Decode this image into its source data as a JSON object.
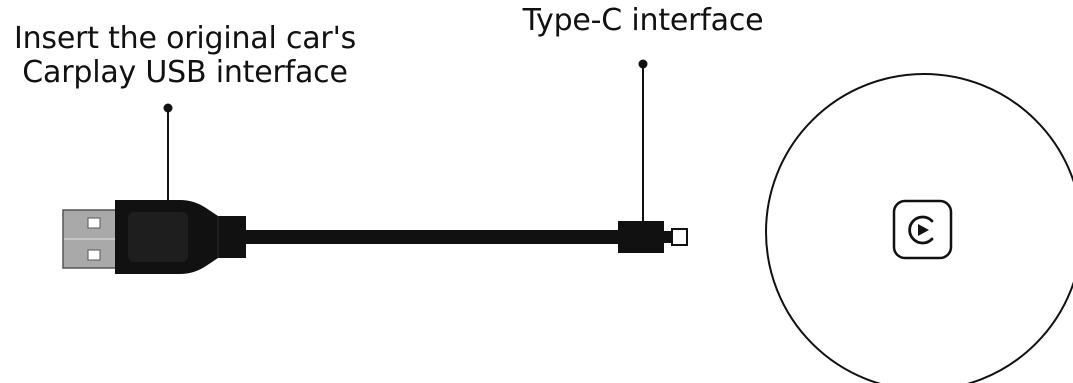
{
  "callouts": {
    "usb_line1": "Insert the original car's",
    "usb_line2": "Carplay USB interface",
    "typec": "Type-C interface"
  },
  "icons": {
    "cable": "usb-a-to-type-c-cable",
    "device": "carplay-adapter",
    "device_logo": "carplay-logo-icon"
  },
  "colors": {
    "ink": "#111111",
    "plug_grey": "#a9a9a9",
    "background": "#ffffff"
  }
}
